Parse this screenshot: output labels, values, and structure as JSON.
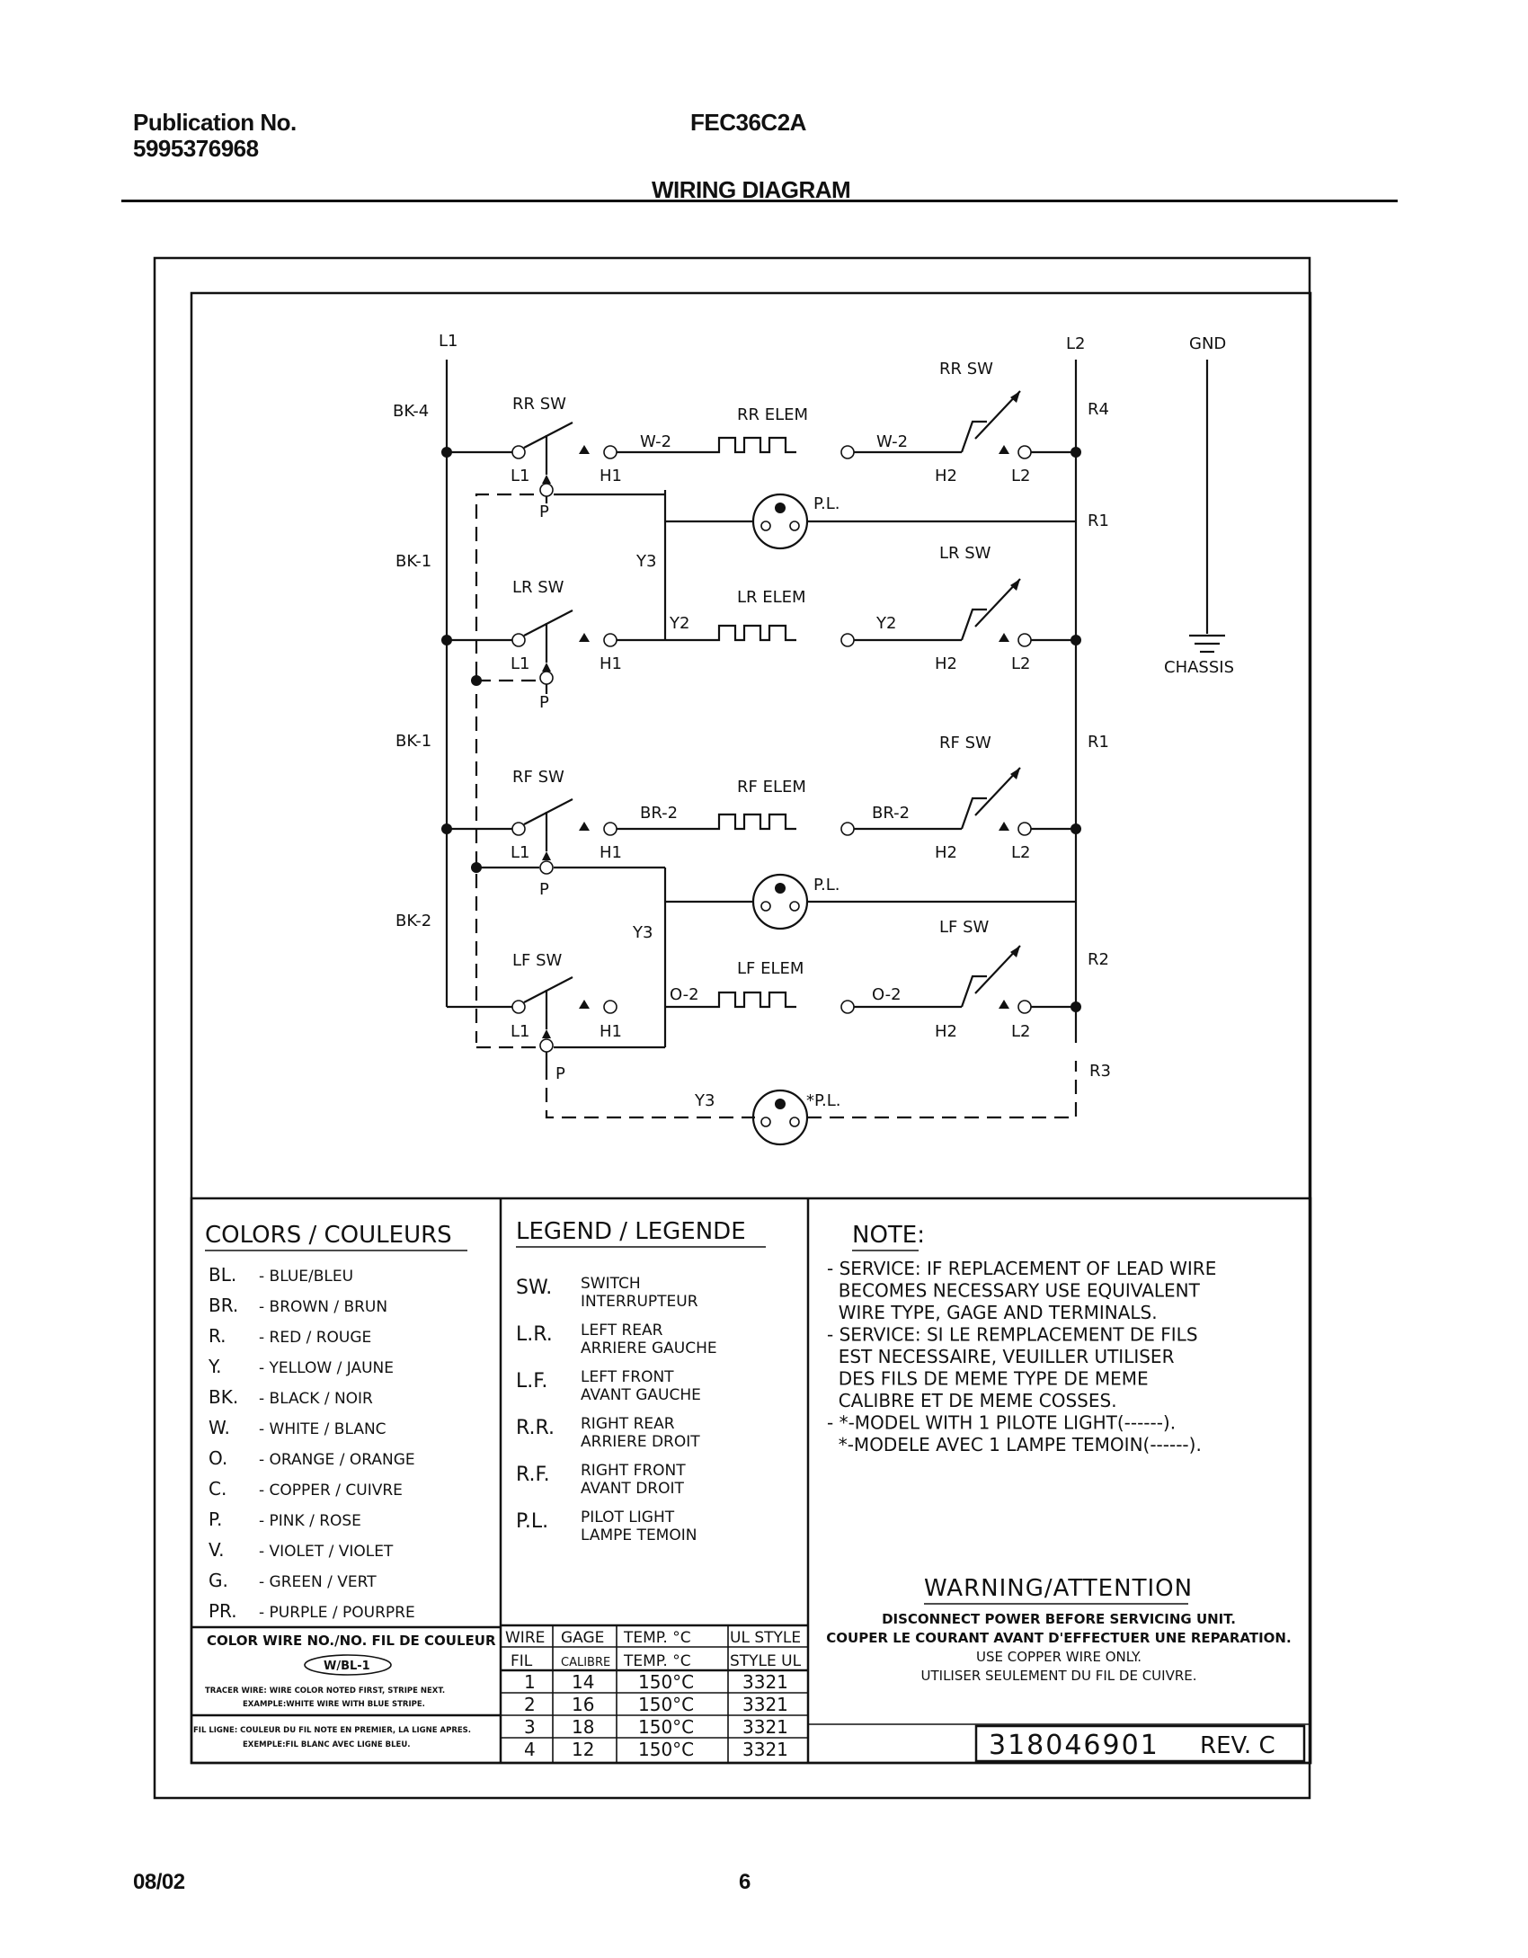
{
  "header": {
    "publication_label": "Publication No.",
    "publication_number": "5995376968",
    "model": "FEC36C2A",
    "section_title": "WIRING DIAGRAM"
  },
  "footer": {
    "date": "08/02",
    "page": "6"
  },
  "diagram": {
    "top_labels": {
      "l1": "L1",
      "l2": "L2",
      "gnd": "GND",
      "chassis": "CHASSIS"
    },
    "left_labels": [
      "BK-4",
      "BK-1",
      "BK-1",
      "BK-2"
    ],
    "right_labels": [
      "R4",
      "R1",
      "R1",
      "R2",
      "R3"
    ],
    "rows": [
      {
        "switch": "RR SW",
        "element": "RR ELEM",
        "left_wire": "W-2",
        "right_wire": "W-2",
        "right_switch": "RR SW"
      },
      {
        "switch": "LR SW",
        "element": "LR ELEM",
        "left_wire": "Y2",
        "right_wire": "Y2",
        "right_switch": "LR SW"
      },
      {
        "switch": "RF SW",
        "element": "RF ELEM",
        "left_wire": "BR-2",
        "right_wire": "BR-2",
        "right_switch": "RF SW"
      },
      {
        "switch": "LF SW",
        "element": "LF ELEM",
        "left_wire": "O-2",
        "right_wire": "O-2",
        "right_switch": "LF SW"
      }
    ],
    "terminals": {
      "l1": "L1",
      "h1": "H1",
      "p": "P",
      "h2": "H2",
      "l2": "L2"
    },
    "y3": "Y3",
    "pilot_light": "P.L.",
    "pilot_light_optional": "*P.L."
  },
  "colors": {
    "title": "COLORS / COULEURS",
    "items": [
      {
        "code": "BL.",
        "name": "- BLUE/BLEU"
      },
      {
        "code": "BR.",
        "name": "- BROWN / BRUN"
      },
      {
        "code": "R.",
        "name": "- RED / ROUGE"
      },
      {
        "code": "Y.",
        "name": "- YELLOW / JAUNE"
      },
      {
        "code": "BK.",
        "name": "- BLACK / NOIR"
      },
      {
        "code": "W.",
        "name": "- WHITE / BLANC"
      },
      {
        "code": "O.",
        "name": "- ORANGE / ORANGE"
      },
      {
        "code": "C.",
        "name": "- COPPER / CUIVRE"
      },
      {
        "code": "P.",
        "name": "- PINK / ROSE"
      },
      {
        "code": "V.",
        "name": "- VIOLET / VIOLET"
      },
      {
        "code": "G.",
        "name": "- GREEN / VERT"
      },
      {
        "code": "PR.",
        "name": "- PURPLE / POURPRE"
      }
    ],
    "wire_no_title": "COLOR WIRE NO./NO. FIL DE COULEUR",
    "wire_example": "W/BL-1",
    "tracer_1": "TRACER WIRE: WIRE COLOR NOTED FIRST, STRIPE NEXT.",
    "tracer_2": "EXAMPLE:WHITE WIRE WITH BLUE STRIPE.",
    "fil_1": "FIL LIGNE: COULEUR DU FIL NOTE EN PREMIER, LA LIGNE APRES.",
    "fil_2": "EXEMPLE:FIL BLANC AVEC LIGNE BLEU."
  },
  "legend": {
    "title": "LEGEND / LEGENDE",
    "items": [
      {
        "code": "SW.",
        "en": "SWITCH",
        "fr": "INTERRUPTEUR"
      },
      {
        "code": "L.R.",
        "en": "LEFT REAR",
        "fr": "ARRIERE GAUCHE"
      },
      {
        "code": "L.F.",
        "en": "LEFT FRONT",
        "fr": "AVANT GAUCHE"
      },
      {
        "code": "R.R.",
        "en": "RIGHT REAR",
        "fr": "ARRIERE DROIT"
      },
      {
        "code": "R.F.",
        "en": "RIGHT FRONT",
        "fr": "AVANT DROIT"
      },
      {
        "code": "P.L.",
        "en": "PILOT LIGHT",
        "fr": "LAMPE TEMOIN"
      }
    ]
  },
  "wire_table": {
    "header_en": [
      "WIRE",
      "GAGE",
      "TEMP. °C",
      "UL STYLE"
    ],
    "header_fr": [
      "FIL",
      "CALIBRE",
      "TEMP. °C",
      "STYLE UL"
    ],
    "rows": [
      [
        "1",
        "14",
        "150°C",
        "3321"
      ],
      [
        "2",
        "16",
        "150°C",
        "3321"
      ],
      [
        "3",
        "18",
        "150°C",
        "3321"
      ],
      [
        "4",
        "12",
        "150°C",
        "3321"
      ]
    ]
  },
  "note": {
    "title": "NOTE:",
    "lines": [
      "- SERVICE: IF REPLACEMENT OF LEAD WIRE",
      "  BECOMES NECESSARY USE EQUIVALENT",
      "  WIRE TYPE, GAGE AND TERMINALS.",
      "- SERVICE: SI LE REMPLACEMENT DE FILS",
      "  EST NECESSAIRE, VEUILLER UTILISER",
      "  DES FILS DE MEME TYPE DE MEME",
      "  CALIBRE ET DE MEME COSSES.",
      "- *-MODEL WITH 1 PILOTE LIGHT(------).",
      "  *-MODELE AVEC 1 LAMPE TEMOIN(------)."
    ]
  },
  "warning": {
    "title": "WARNING/ATTENTION",
    "lines": [
      "DISCONNECT POWER BEFORE SERVICING UNIT.",
      "COUPER LE COURANT AVANT D'EFFECTUER UNE REPARATION.",
      "USE COPPER WIRE ONLY.",
      "UTILISER SEULEMENT DU FIL DE CUIVRE."
    ]
  },
  "part": {
    "number": "318046901",
    "rev": "REV. C"
  }
}
